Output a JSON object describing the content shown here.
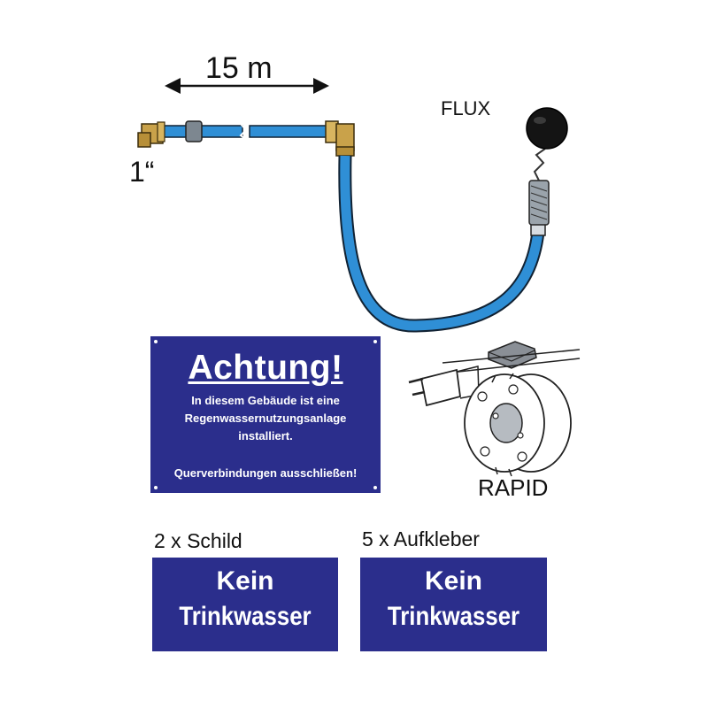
{
  "labels": {
    "distance": "15 m",
    "thread_size": "1“",
    "flux": "FLUX",
    "rapid": "RAPID"
  },
  "warning_sign": {
    "title": "Achtung!",
    "line1": "In diesem Gebäude ist eine",
    "line2": "Regenwassernutzungsanlage",
    "line3": "installiert.",
    "line4": "Querverbindungen ausschließen!"
  },
  "plate_sign": {
    "caption": "2 x Schild",
    "line1": "Kein",
    "line2": "Trinkwasser"
  },
  "sticker_sign": {
    "caption": "5 x Aufkleber",
    "line1": "Kein",
    "line2": "Trinkwasser"
  },
  "colors": {
    "sign_blue": "#2b2e8c",
    "hose_blue": "#2f8fd6",
    "brass": "#c9a24a"
  }
}
